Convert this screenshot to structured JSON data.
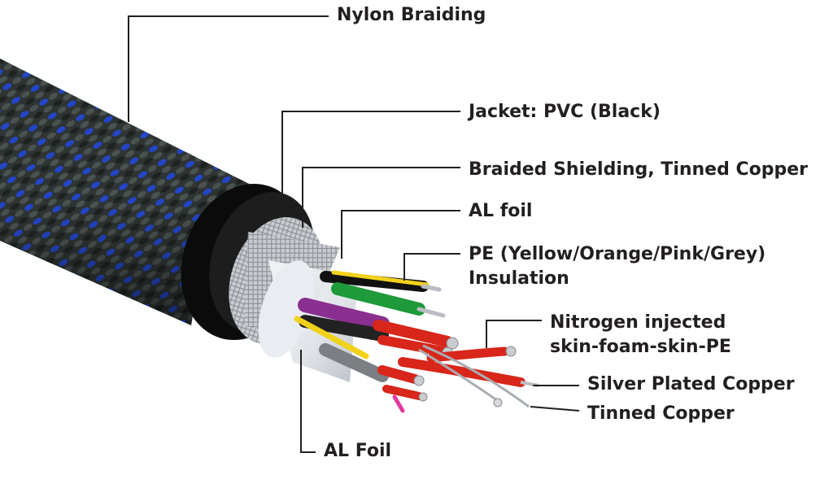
{
  "labels": {
    "nylon_braiding": "Nylon Braiding",
    "jacket": "Jacket: PVC (Black)",
    "braided_shielding": "Braided Shielding, Tinned Copper",
    "al_foil_top": "AL foil",
    "pe_insulation_line1": "PE (Yellow/Orange/Pink/Grey)",
    "pe_insulation_line2": "Insulation",
    "nitrogen_line1": "Nitrogen injected",
    "nitrogen_line2": "skin-foam-skin-PE",
    "silver_plated_copper": "Silver Plated Copper",
    "tinned_copper": "Tinned Copper",
    "al_foil_bottom": "AL Foil"
  },
  "colors": {
    "braid_dark": "#2e3433",
    "braid_blue": "#2346c8",
    "jacket_black": "#0b0b0b",
    "shield_silver": "#c9ccd0",
    "wire_yellow": "#f2d21a",
    "wire_red": "#d8261a",
    "wire_green": "#1e9a3a",
    "wire_purple": "#8a2f8f",
    "label_text": "#231f20"
  }
}
